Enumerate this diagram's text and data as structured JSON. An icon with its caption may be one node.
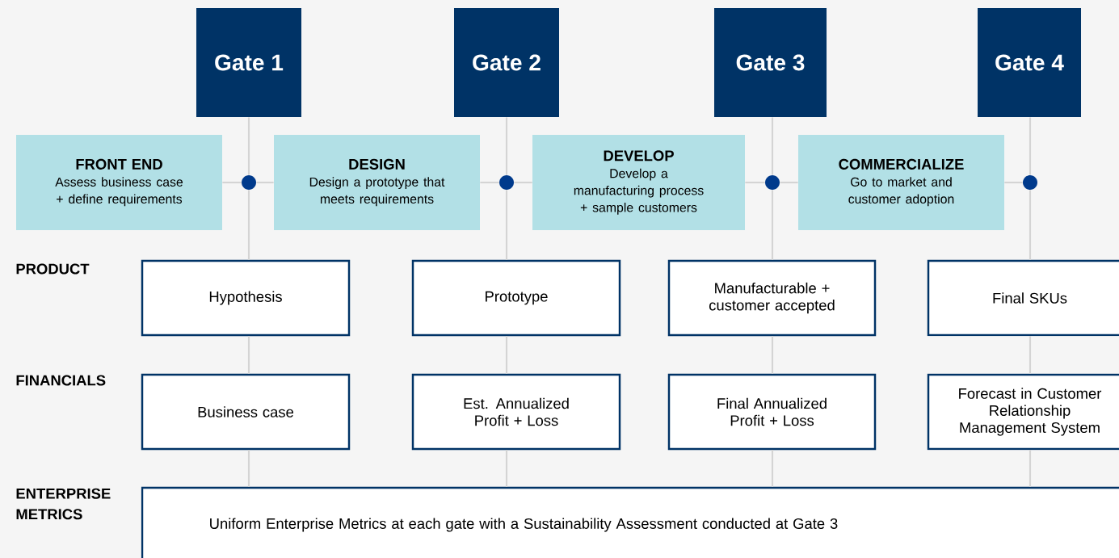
{
  "diagram": {
    "nodes": [
      {
        "text": [
          "Gate 1"
        ]
      },
      {
        "text": [
          "Gate 2"
        ]
      },
      {
        "text": [
          "Gate 3"
        ]
      },
      {
        "text": [
          "Gate 4"
        ]
      },
      {
        "text": [
          "FRONT END",
          "Assess business case + define requirements"
        ]
      },
      {
        "text": [
          "DESIGN",
          "Design a prototype that meets requirements"
        ]
      },
      {
        "text": [
          "DEVELOP",
          "Develop a manufacturing process + sample customers"
        ]
      },
      {
        "text": [
          "COMMERCIALIZE",
          "Go to market and customer adoption"
        ]
      },
      {
        "text": [],
        "shape": "circle"
      },
      {
        "text": [],
        "shape": "circle"
      },
      {
        "text": [],
        "shape": "circle"
      },
      {
        "text": [],
        "shape": "circle"
      },
      {
        "text": [
          "Hypothesis"
        ]
      },
      {
        "text": [
          "Prototype"
        ]
      },
      {
        "text": [
          "Manufacturable + customer accepted"
        ]
      },
      {
        "text": [
          "Final SKUs"
        ]
      },
      {
        "text": [
          "Business case"
        ]
      },
      {
        "text": [
          "Est. Annualized Profit + Loss"
        ]
      },
      {
        "text": [
          "Final Annualized Profit + Loss"
        ]
      },
      {
        "text": [
          "Forecast in Customer Relationship Management System"
        ]
      },
      {
        "text": [
          "Uniform Enterprise Metrics at each gate with a Sustainability Assessment conducted at Gate 3"
        ]
      }
    ],
    "edges": [
      {
        "from": 0,
        "to": 8,
        "arrow": "none"
      },
      {
        "from": 1,
        "to": 9,
        "arrow": "none"
      },
      {
        "from": 2,
        "to": 10,
        "arrow": "none"
      },
      {
        "from": 3,
        "to": 11,
        "arrow": "none"
      },
      {
        "from": 4,
        "to": 8,
        "arrow": "none"
      },
      {
        "from": 8,
        "to": 5,
        "arrow": "none"
      },
      {
        "from": 5,
        "to": 9,
        "arrow": "none"
      },
      {
        "from": 9,
        "to": 6,
        "arrow": "none"
      },
      {
        "from": 6,
        "to": 10,
        "arrow": "none"
      },
      {
        "from": 10,
        "to": 7,
        "arrow": "none"
      },
      {
        "from": 7,
        "to": 11,
        "arrow": "none"
      },
      {
        "from": 8,
        "to": 12,
        "arrow": "none"
      },
      {
        "from": 9,
        "to": 13,
        "arrow": "none"
      },
      {
        "from": 10,
        "to": 14,
        "arrow": "none"
      },
      {
        "from": 11,
        "to": 15,
        "arrow": "none"
      },
      {
        "from": 12,
        "to": 16,
        "arrow": "none"
      },
      {
        "from": 13,
        "to": 17,
        "arrow": "none"
      },
      {
        "from": 14,
        "to": 18,
        "arrow": "none"
      },
      {
        "from": 15,
        "to": 19,
        "arrow": "none"
      },
      {
        "from": 16,
        "to": 20,
        "arrow": "none"
      },
      {
        "from": 17,
        "to": 20,
        "arrow": "none"
      },
      {
        "from": 18,
        "to": 20,
        "arrow": "none"
      },
      {
        "from": 19,
        "to": 20,
        "arrow": "none"
      }
    ],
    "labels": [
      "PRODUCT",
      "FINANCIALS",
      "ENTERPRISE METRICS"
    ]
  }
}
